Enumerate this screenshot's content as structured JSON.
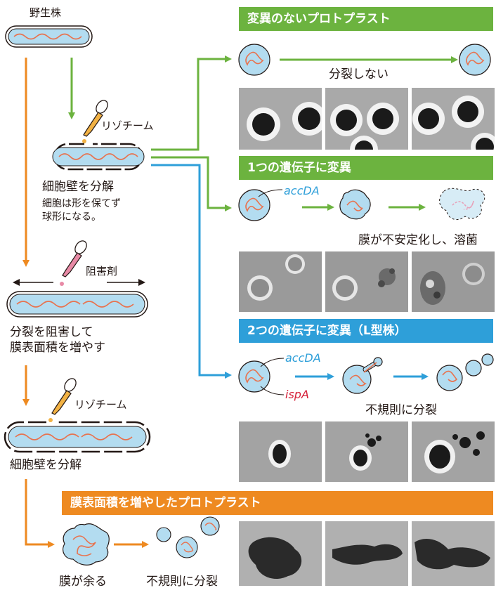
{
  "colors": {
    "green": "#6cb33f",
    "blue": "#2e9fd9",
    "orange": "#ee8a21",
    "cell_fill": "#b3dcf0",
    "dna": "#e8724e",
    "accDA_text": "#2e9fd9",
    "ispA_text": "#d6213a",
    "inhibitor_drop": "#e88aa6"
  },
  "left": {
    "wild_type": "野生株",
    "lysozyme_1": "リゾチーム",
    "digest_1": "細胞壁を分解",
    "digest_1_note_line1": "細胞は形を保てず",
    "digest_1_note_line2": "球形になる。",
    "inhibitor": "阻害剤",
    "inhibit_line1": "分裂を阻害して",
    "inhibit_line2": "膜表面積を増やす",
    "lysozyme_2": "リゾチーム",
    "digest_2": "細胞壁を分解"
  },
  "panels": {
    "no_mutation": {
      "title": "変異のないプロトプラスト",
      "caption": "分裂しない"
    },
    "one_gene": {
      "title": "1つの遺伝子に変異",
      "gene": "accDA",
      "caption": "膜が不安定化し、溶菌"
    },
    "two_genes": {
      "title": "2つの遺伝子に変異（L型株）",
      "gene1": "accDA",
      "gene2": "ispA",
      "caption": "不規則に分裂"
    },
    "enlarged": {
      "title": "膜表面積を増やしたプロトプラスト",
      "caption_excess": "膜が余る",
      "caption_divide": "不規則に分裂"
    }
  }
}
